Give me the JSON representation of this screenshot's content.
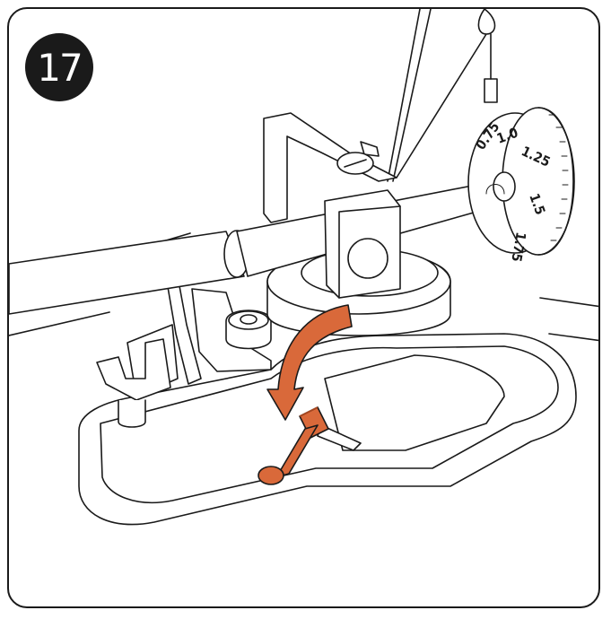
{
  "step": {
    "number": "17"
  },
  "dial": {
    "labels": [
      "0.75",
      "1.0",
      "1.25",
      "1.5",
      "1.75"
    ]
  },
  "colors": {
    "accent": "#d9693a",
    "accent_dark": "#a8471f",
    "line": "#1a1a1a",
    "badge": "#1a1a1a"
  },
  "icons": {
    "rotate_arrow": "curved-arrow-icon",
    "lever": "cue-lever-icon"
  }
}
